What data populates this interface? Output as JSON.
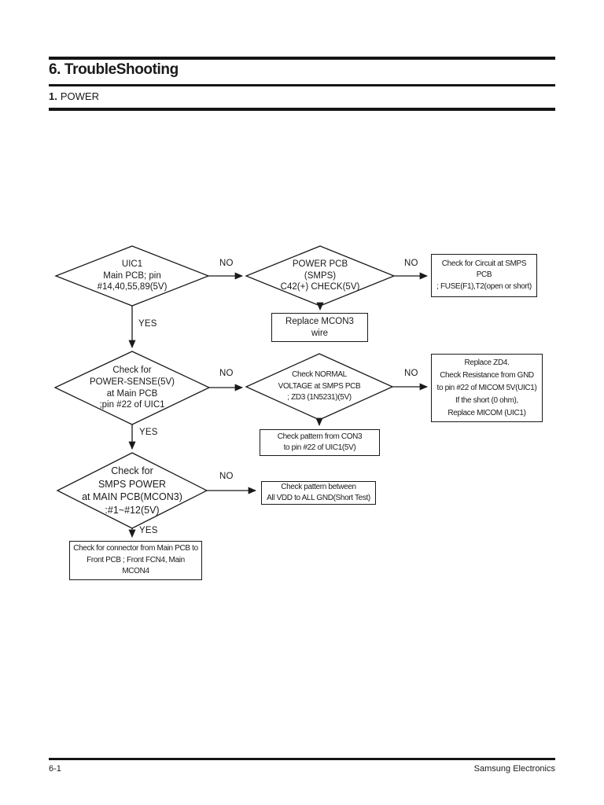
{
  "header": {
    "chapter_title": "6. TroubleShooting",
    "section_number": "1.",
    "section_title": "POWER"
  },
  "footer": {
    "page_number": "6-1",
    "company": "Samsung Electronics"
  },
  "colors": {
    "ink": "#1a1a1a",
    "paper": "#ffffff"
  },
  "flowchart": {
    "labels": {
      "yes": "YES",
      "no": "NO"
    },
    "nodes": {
      "uic1": {
        "type": "decision",
        "lines": [
          "UIC1",
          "Main PCB; pin",
          "#14,40,55,89(5V)"
        ]
      },
      "power_pcb": {
        "type": "decision",
        "lines": [
          "POWER PCB",
          "(SMPS)",
          "C42(+) CHECK(5V)"
        ]
      },
      "check_circuit_smps": {
        "type": "process",
        "lines": [
          "Check for Circuit at SMPS",
          "PCB",
          "; FUSE(F1),T2(open or short)"
        ]
      },
      "replace_mcon3": {
        "type": "process",
        "lines": [
          "Replace MCON3",
          "wire"
        ]
      },
      "power_sense": {
        "type": "decision",
        "lines": [
          "Check for",
          "POWER-SENSE(5V)",
          "at Main PCB",
          ";pin #22 of UIC1"
        ]
      },
      "normal_voltage": {
        "type": "decision",
        "lines": [
          "Check NORMAL",
          "VOLTAGE at SMPS PCB",
          "; ZD3 (1N5231)(5V)"
        ]
      },
      "replace_zd4": {
        "type": "process",
        "lines": [
          "Replace ZD4.",
          "Check Resistance from GND",
          "to pin #22 of MICOM 5V(UIC1)",
          "If the short (0 ohm),",
          "Replace MICOM (UIC1)"
        ]
      },
      "check_pattern_con3": {
        "type": "process",
        "lines": [
          "Check pattern from CON3",
          "to pin #22 of UIC1(5V)"
        ]
      },
      "smps_power": {
        "type": "decision",
        "lines": [
          "Check for",
          "SMPS POWER",
          "at MAIN PCB(MCON3)",
          ":#1~#12(5V)"
        ]
      },
      "check_pattern_vdd": {
        "type": "process",
        "lines": [
          "Check pattern between",
          "All VDD to ALL GND(Short Test)"
        ]
      },
      "check_connector": {
        "type": "process",
        "lines": [
          "Check for connector from Main PCB to",
          "Front PCB ; Front FCN4, Main",
          "MCON4"
        ]
      }
    }
  }
}
